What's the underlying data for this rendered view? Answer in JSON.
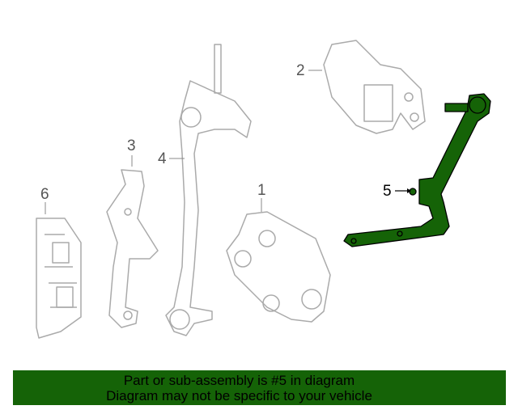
{
  "callouts": [
    {
      "number": "1"
    },
    {
      "number": "2"
    },
    {
      "number": "3"
    },
    {
      "number": "4"
    },
    {
      "number": "5"
    },
    {
      "number": "6"
    }
  ],
  "highlight_color": "#156307",
  "banner": {
    "line1": "Part or sub-assembly is #5 in diagram",
    "line2": "Diagram may not be specific to your vehicle"
  }
}
